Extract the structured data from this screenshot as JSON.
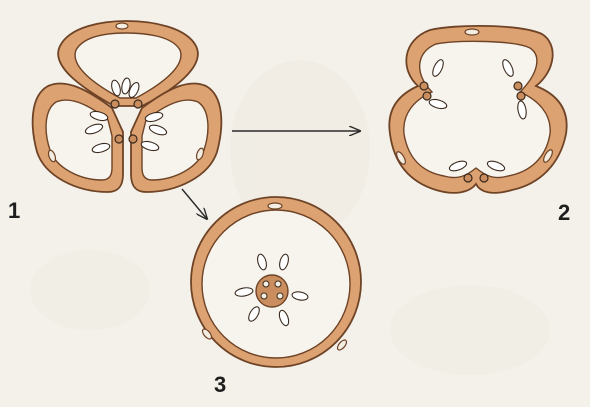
{
  "figure": {
    "labels": {
      "stage1": "1",
      "stage2": "2",
      "stage3": "3"
    },
    "colors": {
      "background": "#f4f1ea",
      "wall_fill": "#dca272",
      "wall_outline": "#6e4326",
      "cavity": "#f7f4ee",
      "ovule_fill": "#ffffff",
      "ovule_outline": "#3a2a1e",
      "bundle": "#f3ede2",
      "arrow": "#2b2b2b"
    }
  }
}
